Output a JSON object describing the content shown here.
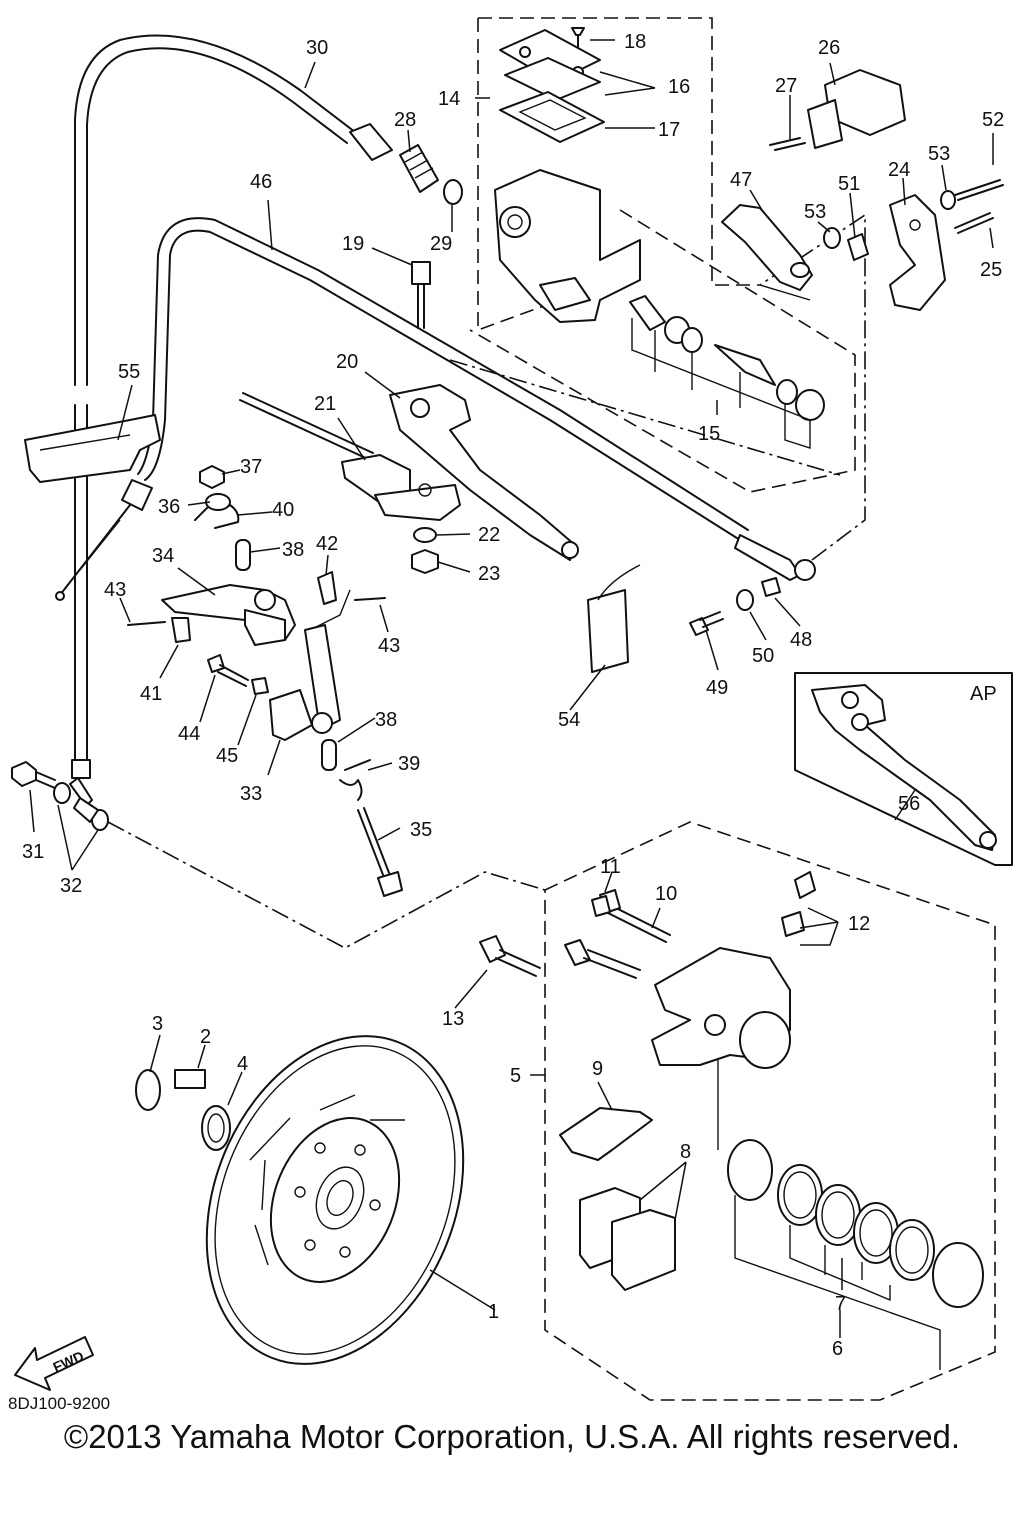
{
  "diagram_code": "8DJ100-9200",
  "copyright": "©2013 Yamaha Motor Corporation, U.S.A. All rights reserved.",
  "fwd_label": "FWD",
  "ap_label": "AP",
  "callouts": [
    "1",
    "2",
    "3",
    "4",
    "5",
    "6",
    "7",
    "8",
    "9",
    "10",
    "11",
    "12",
    "13",
    "14",
    "15",
    "16",
    "17",
    "18",
    "19",
    "20",
    "21",
    "22",
    "23",
    "24",
    "25",
    "26",
    "27",
    "28",
    "29",
    "30",
    "31",
    "32",
    "33",
    "34",
    "35",
    "36",
    "37",
    "38",
    "38",
    "39",
    "40",
    "41",
    "42",
    "43",
    "43",
    "44",
    "45",
    "46",
    "47",
    "48",
    "49",
    "50",
    "51",
    "52",
    "53",
    "53",
    "54",
    "55",
    "56"
  ]
}
